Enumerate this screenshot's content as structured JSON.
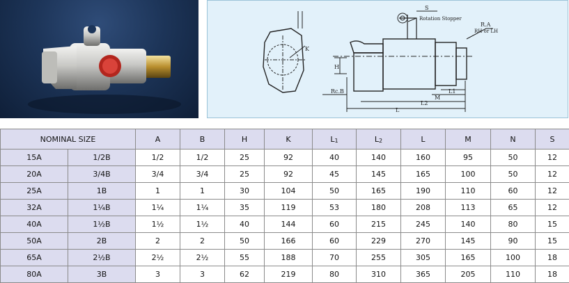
{
  "drawing_labels": {
    "s": "S",
    "rotation_stopper": "Rotation Stopper",
    "ra": "R.A",
    "rh_lh": "RH or LH",
    "k": "K",
    "h": "H",
    "rc_b": "Rc.B",
    "l1": "L1",
    "m": "M",
    "l2": "L2",
    "l": "L"
  },
  "table": {
    "header": {
      "nominal": "NOMINAL SIZE",
      "a": "A",
      "b": "B",
      "h": "H",
      "k": "K",
      "l1_main": "L",
      "l1_sub": "1",
      "l2_main": "L",
      "l2_sub": "2",
      "l": "L",
      "m": "M",
      "n": "N",
      "s": "S"
    },
    "rows": [
      {
        "nom_a": "15A",
        "nom_b": "1/2B",
        "a": "1/2",
        "b": "1/2",
        "h": "25",
        "k": "92",
        "l1": "40",
        "l2": "140",
        "l": "160",
        "m": "95",
        "n": "50",
        "s": "12"
      },
      {
        "nom_a": "20A",
        "nom_b": "3/4B",
        "a": "3/4",
        "b": "3/4",
        "h": "25",
        "k": "92",
        "l1": "45",
        "l2": "145",
        "l": "165",
        "m": "100",
        "n": "50",
        "s": "12"
      },
      {
        "nom_a": "25A",
        "nom_b": "1B",
        "a": "1",
        "b": "1",
        "h": "30",
        "k": "104",
        "l1": "50",
        "l2": "165",
        "l": "190",
        "m": "110",
        "n": "60",
        "s": "12"
      },
      {
        "nom_a": "32A",
        "nom_b": "1¼B",
        "a": "1¼",
        "b": "1¼",
        "h": "35",
        "k": "119",
        "l1": "53",
        "l2": "180",
        "l": "208",
        "m": "113",
        "n": "65",
        "s": "12"
      },
      {
        "nom_a": "40A",
        "nom_b": "1½B",
        "a": "1½",
        "b": "1½",
        "h": "40",
        "k": "144",
        "l1": "60",
        "l2": "215",
        "l": "245",
        "m": "140",
        "n": "80",
        "s": "15"
      },
      {
        "nom_a": "50A",
        "nom_b": "2B",
        "a": "2",
        "b": "2",
        "h": "50",
        "k": "166",
        "l1": "60",
        "l2": "229",
        "l": "270",
        "m": "145",
        "n": "90",
        "s": "15"
      },
      {
        "nom_a": "65A",
        "nom_b": "2½B",
        "a": "2½",
        "b": "2½",
        "h": "55",
        "k": "188",
        "l1": "70",
        "l2": "255",
        "l": "305",
        "m": "165",
        "n": "100",
        "s": "18"
      },
      {
        "nom_a": "80A",
        "nom_b": "3B",
        "a": "3",
        "b": "3",
        "h": "62",
        "k": "219",
        "l1": "80",
        "l2": "310",
        "l": "365",
        "m": "205",
        "n": "110",
        "s": "18"
      }
    ]
  }
}
